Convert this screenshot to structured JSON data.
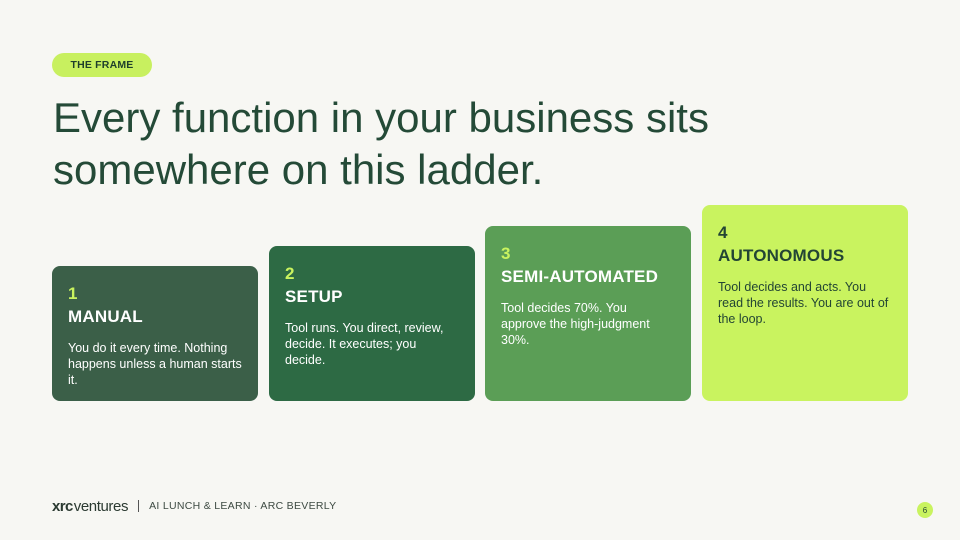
{
  "tag": "THE FRAME",
  "title": "Every function in your business sits somewhere on this ladder.",
  "steps": [
    {
      "number": "1",
      "name": "MANUAL",
      "description": "You do it every time. Nothing happens unless a human starts it.",
      "color": "#3b5f48"
    },
    {
      "number": "2",
      "name": "SETUP",
      "description": "Tool runs. You direct, review, decide. It executes; you decide.",
      "color": "#2d6a44"
    },
    {
      "number": "3",
      "name": "SEMI-AUTOMATED",
      "description": "Tool decides 70%. You approve the high-judgment 30%.",
      "color": "#5b9e56"
    },
    {
      "number": "4",
      "name": "AUTONOMOUS",
      "description": "Tool decides and acts. You read the results. You are out of the loop.",
      "color": "#c9f35f"
    }
  ],
  "footer": {
    "logo_xrc": "xrc",
    "logo_ventures": "ventures",
    "event": "AI LUNCH & LEARN · ARC BEVERLY",
    "page_number": "6"
  },
  "colors": {
    "accent": "#c9f35f",
    "text": "#244a37",
    "background": "#f7f7f3"
  }
}
